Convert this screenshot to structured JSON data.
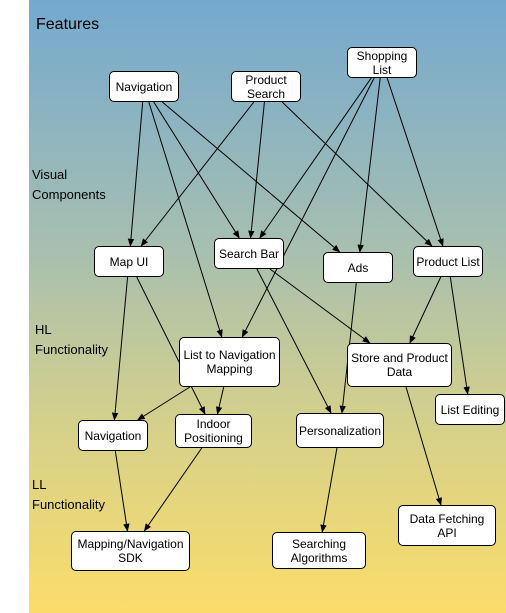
{
  "diagram": {
    "title": "Features",
    "layers": {
      "visual": "Visual\nComponents",
      "hl": "HL\nFunctionality",
      "ll": "LL\nFunctionality"
    },
    "nodes": {
      "navigation_feature": "Navigation",
      "product_search": "Product\nSearch",
      "shopping_list": "Shopping\nList",
      "map_ui": "Map UI",
      "search_bar": "Search Bar",
      "ads": "Ads",
      "product_list": "Product List",
      "list_to_nav_mapping": "List to Navigation\nMapping",
      "store_product_data": "Store and Product\nData",
      "list_editing": "List Editing",
      "navigation_hl": "Navigation",
      "indoor_positioning": "Indoor\nPositioning",
      "personalization": "Personalization",
      "mapping_sdk": "Mapping/Navigation\nSDK",
      "searching_algorithms": "Searching\nAlgorithms",
      "data_fetching_api": "Data Fetching\nAPI"
    },
    "edges": [
      [
        "navigation_feature",
        "map_ui"
      ],
      [
        "navigation_feature",
        "search_bar"
      ],
      [
        "navigation_feature",
        "ads"
      ],
      [
        "navigation_feature",
        "list_to_nav_mapping"
      ],
      [
        "product_search",
        "map_ui"
      ],
      [
        "product_search",
        "search_bar"
      ],
      [
        "product_search",
        "product_list"
      ],
      [
        "shopping_list",
        "search_bar"
      ],
      [
        "shopping_list",
        "ads"
      ],
      [
        "shopping_list",
        "product_list"
      ],
      [
        "shopping_list",
        "list_to_nav_mapping"
      ],
      [
        "map_ui",
        "navigation_hl"
      ],
      [
        "map_ui",
        "indoor_positioning"
      ],
      [
        "search_bar",
        "store_product_data"
      ],
      [
        "search_bar",
        "personalization"
      ],
      [
        "ads",
        "personalization"
      ],
      [
        "product_list",
        "store_product_data"
      ],
      [
        "product_list",
        "list_editing"
      ],
      [
        "list_to_nav_mapping",
        "navigation_hl"
      ],
      [
        "list_to_nav_mapping",
        "indoor_positioning"
      ],
      [
        "navigation_hl",
        "mapping_sdk"
      ],
      [
        "indoor_positioning",
        "mapping_sdk"
      ],
      [
        "personalization",
        "searching_algorithms"
      ],
      [
        "store_product_data",
        "data_fetching_api"
      ]
    ]
  }
}
